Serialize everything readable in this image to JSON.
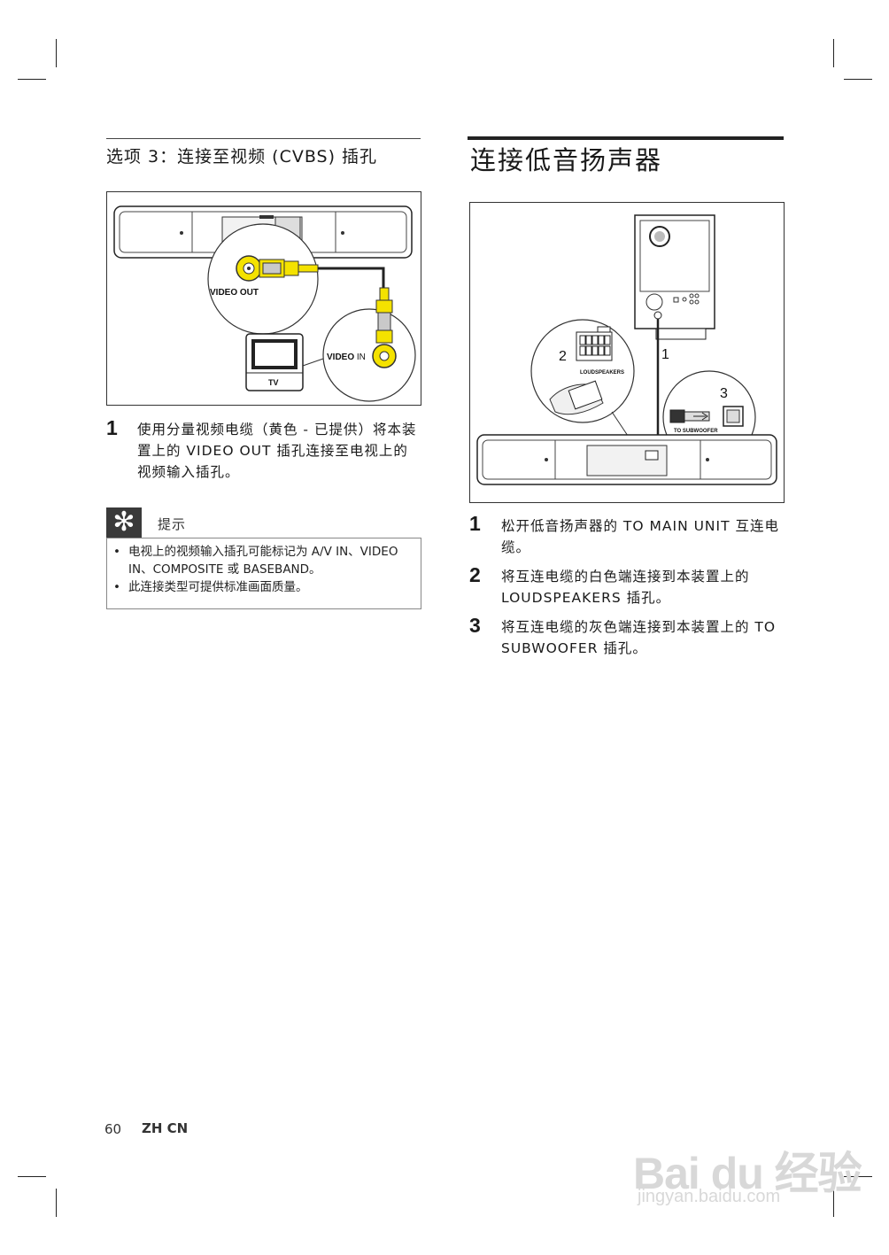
{
  "left": {
    "title": "选项 3：连接至视频 (CVBS) 插孔",
    "figure": {
      "video_out": "VIDEO OUT",
      "video_in_bold": "VIDEO",
      "video_in_rest": " IN",
      "tv": "TV"
    },
    "step1": {
      "num": "1",
      "text": "使用分量视频电缆（黄色 - 已提供）将本装置上的 VIDEO OUT 插孔连接至电视上的视频输入插孔。"
    },
    "tip": {
      "icon": "asterisk-icon",
      "label": "提示",
      "items": [
        "电视上的视频输入插孔可能标记为 A/V IN、VIDEO IN、COMPOSITE 或 BASEBAND。",
        "此连接类型可提供标准画面质量。"
      ]
    }
  },
  "right": {
    "title": "连接低音扬声器",
    "figure": {
      "c1": "1",
      "c2": "2",
      "c3": "3",
      "loudspeakers": "LOUDSPEAKERS",
      "to_subwoofer": "TO SUBWOOFER"
    },
    "steps": [
      {
        "num": "1",
        "text": "松开低音扬声器的 TO MAIN UNIT 互连电缆。"
      },
      {
        "num": "2",
        "text": "将互连电缆的白色端连接到本装置上的 LOUDSPEAKERS 插孔。"
      },
      {
        "num": "3",
        "text": "将互连电缆的灰色端连接到本装置上的 TO SUBWOOFER 插孔。"
      }
    ]
  },
  "footer": {
    "page_number": "60",
    "language": "ZH CN"
  },
  "watermark": {
    "brand": "Bai du 经验",
    "url": "jingyan.baidu.com"
  }
}
